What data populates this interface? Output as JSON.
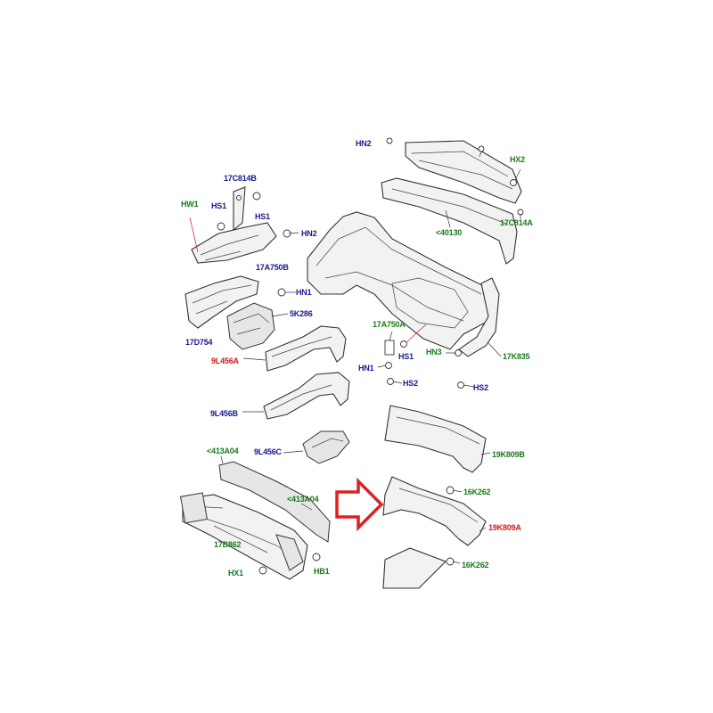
{
  "diagram": {
    "labels": {
      "hn2_top": "HN2",
      "hx2": "HX2",
      "c17_814a": "17C814A",
      "c40130": "<40130",
      "c17_814b": "17C814B",
      "hw1": "HW1",
      "hs1_left": "HS1",
      "hs1_b": "HS1",
      "hn2": "HN2",
      "a17_750b": "17A750B",
      "hn1_top": "HN1",
      "k5_286": "5K286",
      "d17_754": "17D754",
      "a17_750a": "17A750A",
      "hs1_mid": "HS1",
      "hn1_mid": "HN1",
      "hs2_mid": "HS2",
      "hn3": "HN3",
      "k17_835": "17K835",
      "hs2_right": "HS2",
      "l9_456a": "9L456A",
      "l9_456b": "9L456B",
      "l9_456c": "9L456C",
      "k19_809b": "19K809B",
      "k16_262_top": "16K262",
      "k19_809a": "19K809A",
      "k16_262_bottom": "16K262",
      "a413_04_left": "<413A04",
      "a413_04_right": "<413A04",
      "b17_862": "17B862",
      "hx1": "HX1",
      "hb1": "HB1"
    },
    "colors": {
      "blue_label": "#1a1a8c",
      "green_label": "#1b7a1b",
      "red_label": "#d01a1a",
      "highlight_arrow": "#e02020"
    },
    "highlight_arrow_icon": "right-arrow-outline-icon"
  }
}
